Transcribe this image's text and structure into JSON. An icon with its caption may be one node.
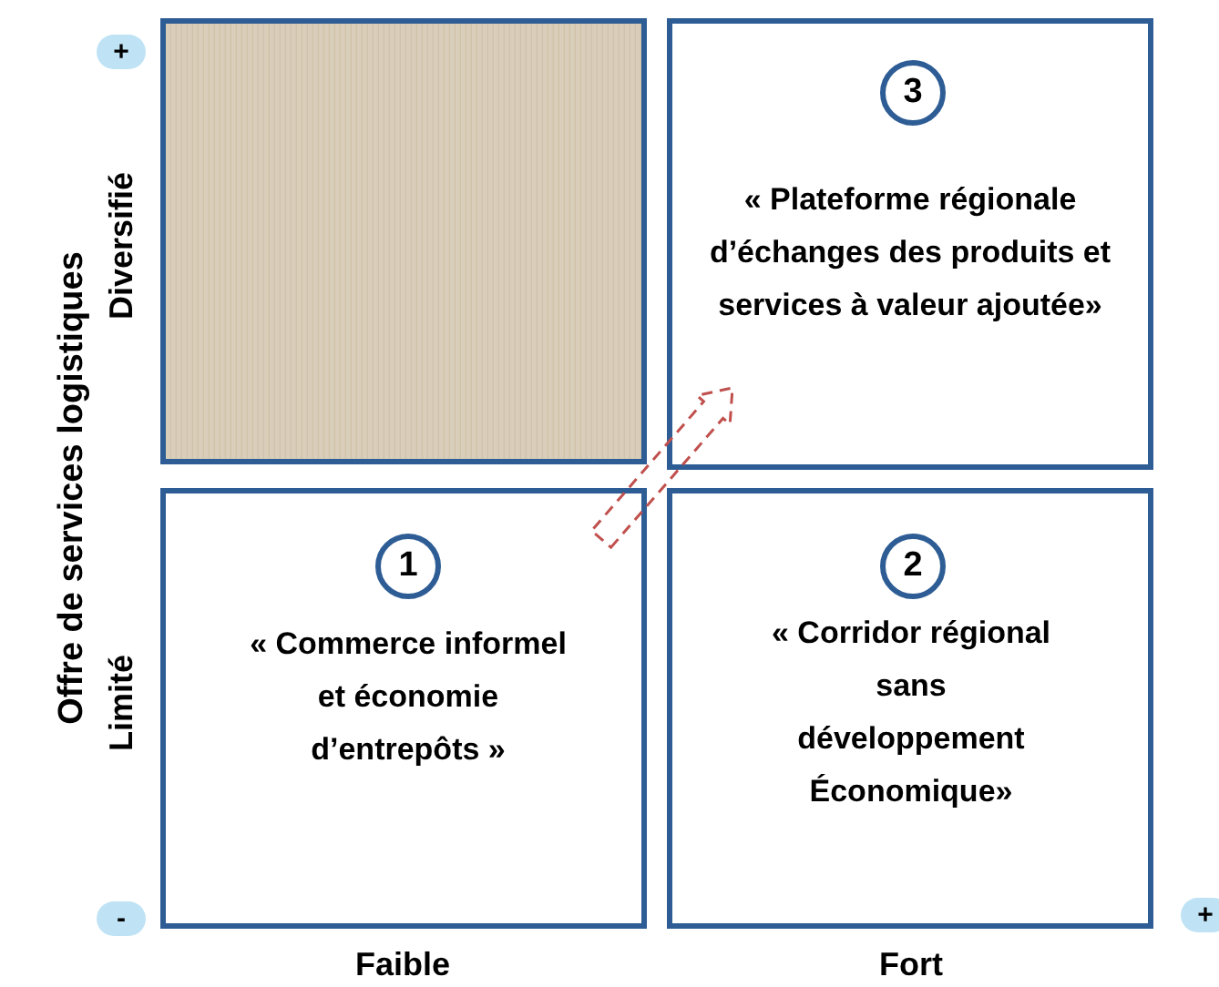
{
  "diagram": {
    "nodes": [
      {
        "text": [],
        "shape": "box"
      },
      {
        "text": [
          "« Plateforme régionale d’échanges des produits et services à valeur ajoutée»"
        ]
      },
      {
        "text": [
          "3"
        ],
        "in": 1
      },
      {
        "text": [
          "« Commerce informel et économie d’entrepôts »"
        ]
      },
      {
        "text": [
          "1"
        ],
        "in": 3
      },
      {
        "text": [
          "« Corridor régional sans développement Économique»"
        ]
      },
      {
        "text": [
          "2"
        ],
        "in": 5
      },
      {
        "text": [
          "+"
        ]
      },
      {
        "text": [
          "-"
        ]
      },
      {
        "text": [
          "+"
        ]
      }
    ],
    "edges": [
      {
        "from": 3,
        "to": 1,
        "arrow": "to",
        "style": "dashed",
        "color": "#c0504d"
      }
    ],
    "labels": [
      "Offre de services logistiques",
      "Diversifié",
      "Limité",
      "Faible",
      "Fort"
    ]
  }
}
